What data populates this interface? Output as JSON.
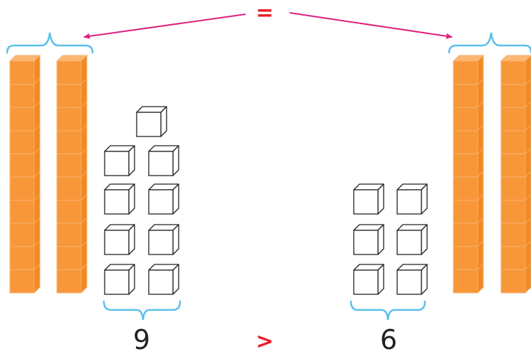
{
  "equal_sign": "=",
  "comparison_sign": ">",
  "left": {
    "tens_rods": 2,
    "ones_cubes": 9,
    "label": "9"
  },
  "right": {
    "tens_rods": 2,
    "ones_cubes": 6,
    "label": "6"
  },
  "colors": {
    "rod_fill": "#F7973A",
    "rod_side": "#F08A22",
    "rod_top": "#FBB873",
    "rod_line": "#F9AD66",
    "brace": "#5BC0EB",
    "arrow": "#E0207E",
    "symbol": "#E8202A",
    "number": "#222222",
    "cube_stroke": "#222222"
  }
}
